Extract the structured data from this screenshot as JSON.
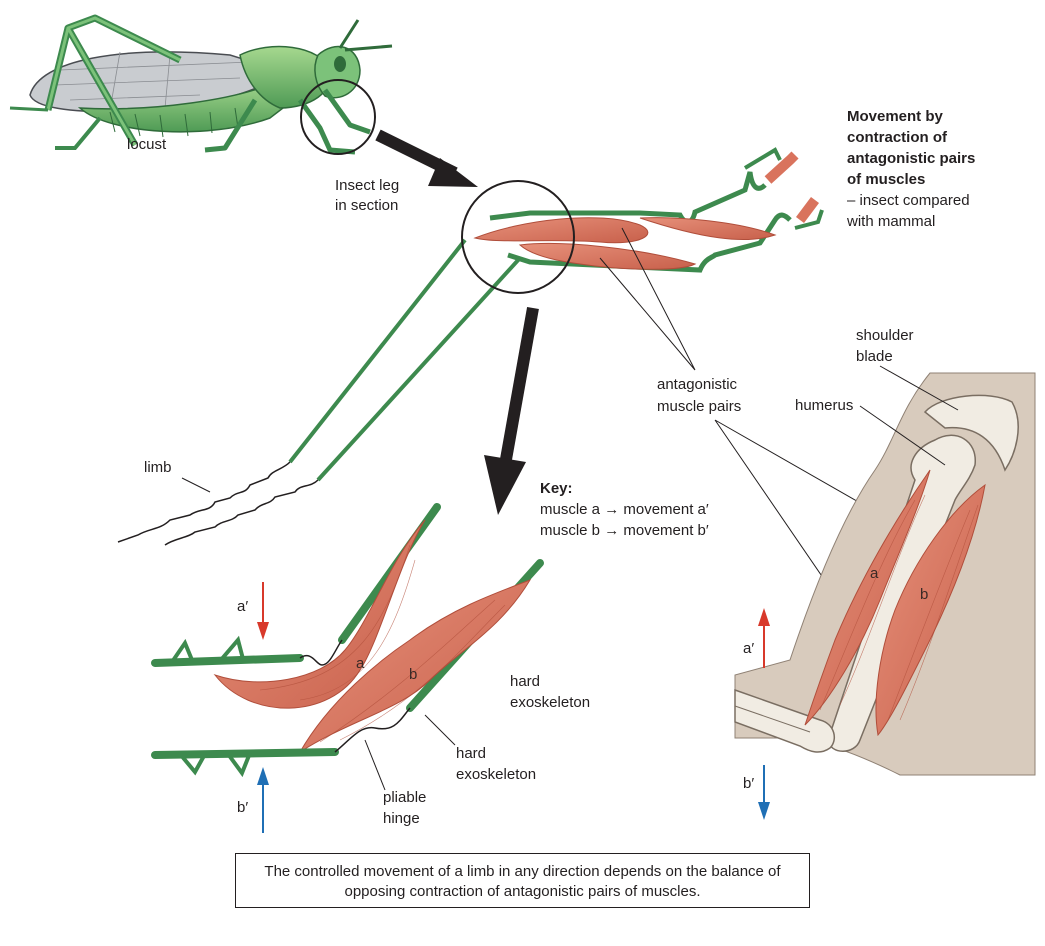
{
  "title_block": {
    "line1": "Movement by",
    "line2": "contraction of",
    "line3": "antagonistic pairs",
    "line4": "of muscles",
    "sub1": "– insect compared",
    "sub2": "with mammal"
  },
  "labels": {
    "locust": "locust",
    "insect_leg_1": "Insect leg",
    "insect_leg_2": "in section",
    "limb": "limb",
    "antagonistic_1": "antagonistic",
    "antagonistic_2": "muscle pairs",
    "shoulder_1": "shoulder",
    "shoulder_2": "blade",
    "humerus": "humerus",
    "hard_exo_1a": "hard",
    "hard_exo_1b": "exoskeleton",
    "hard_exo_2a": "hard",
    "hard_exo_2b": "exoskeleton",
    "pliable_1": "pliable",
    "pliable_2": "hinge",
    "muscle_a": "a",
    "muscle_b": "b",
    "arm_muscle_a": "a",
    "arm_muscle_b": "b",
    "move_a_insect": "a′",
    "move_b_insect": "b′",
    "move_a_arm": "a′",
    "move_b_arm": "b′"
  },
  "key": {
    "heading": "Key:",
    "line1": "muscle a → movement a′",
    "line2": "muscle b → movement b′"
  },
  "caption": "The controlled movement of a limb in any direction depends on the balance of opposing contraction of antagonistic pairs of muscles.",
  "colors": {
    "exoskeleton_green": "#3d8a4e",
    "muscle_red": "#d9735d",
    "arrow_red": "#d8392b",
    "arrow_blue": "#1f6fb5",
    "skin_tan": "#d8cbbd",
    "bone_cream": "#f1ece3"
  }
}
